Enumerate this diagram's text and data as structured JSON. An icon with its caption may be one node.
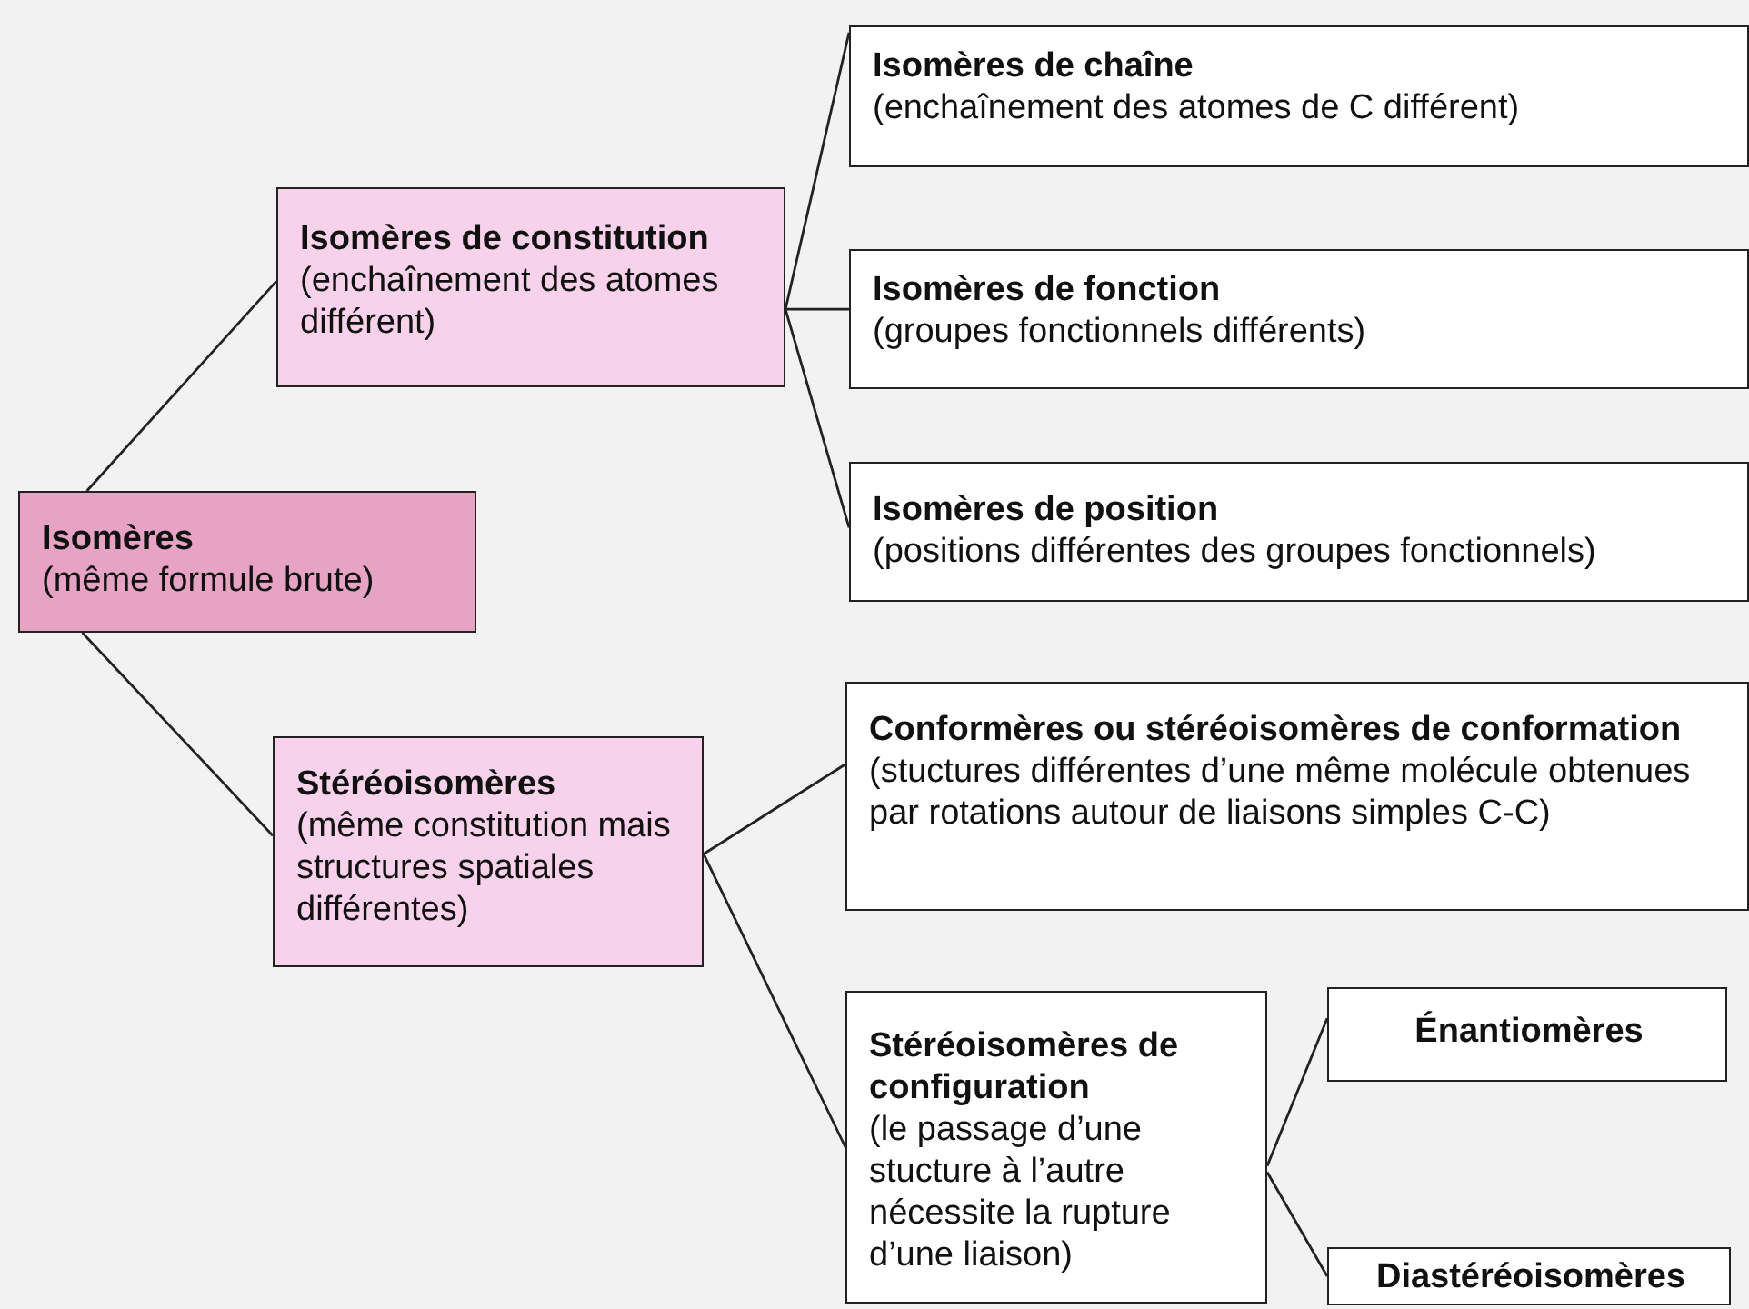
{
  "diagram": {
    "nodes": [
      {
        "text": [
          "Isomères",
          "(même formule brute)"
        ]
      },
      {
        "text": [
          "Isomères de constitution",
          "(enchaînement des atomes différent)"
        ]
      },
      {
        "text": [
          "Stéréoisomères",
          "(même constitution mais structures spatiales différentes)"
        ]
      },
      {
        "text": [
          "Isomères de chaîne",
          "(enchaînement des atomes de C différent)"
        ]
      },
      {
        "text": [
          "Isomères de fonction",
          "(groupes fonctionnels différents)"
        ]
      },
      {
        "text": [
          "Isomères de position",
          "(positions différentes des groupes fonctionnels)"
        ]
      },
      {
        "text": [
          "Conformères ou stéréoisomères de conformation",
          "(stuctures différentes d’une même molécule obtenues par rotations autour de liaisons simples C-C)"
        ]
      },
      {
        "text": [
          "Stéréoisomères de configuration",
          "(le passage d’une stucture à l’autre nécessite la rupture d’une liaison)"
        ]
      },
      {
        "text": [
          "Énantiomères"
        ]
      },
      {
        "text": [
          "Diastéréoisomères"
        ]
      }
    ],
    "edges": [
      {
        "from": 0,
        "to": 1,
        "arrow": "none"
      },
      {
        "from": 0,
        "to": 2,
        "arrow": "none"
      },
      {
        "from": 1,
        "to": 3,
        "arrow": "none"
      },
      {
        "from": 1,
        "to": 4,
        "arrow": "none"
      },
      {
        "from": 1,
        "to": 5,
        "arrow": "none"
      },
      {
        "from": 2,
        "to": 6,
        "arrow": "none"
      },
      {
        "from": 2,
        "to": 7,
        "arrow": "none"
      },
      {
        "from": 7,
        "to": 8,
        "arrow": "none"
      },
      {
        "from": 7,
        "to": 9,
        "arrow": "none"
      }
    ]
  }
}
